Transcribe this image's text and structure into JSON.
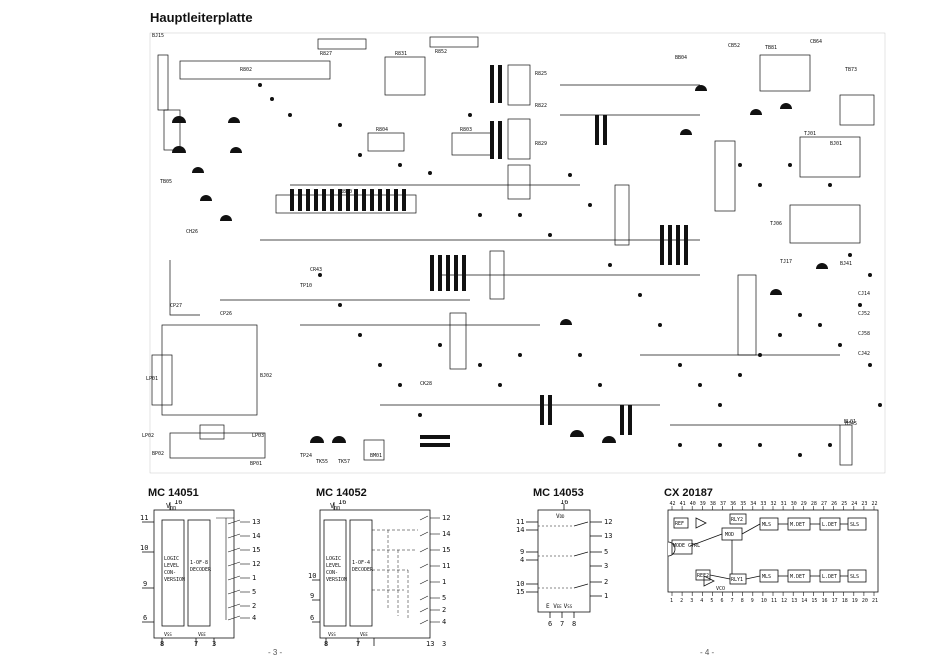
{
  "page": {
    "title": "Hauptleiterplatte",
    "page_left": "- 3 -",
    "page_right": "- 4 -"
  },
  "pcb": {
    "labels": {
      "r827": "R827",
      "r852": "R852",
      "r831": "R831",
      "r802": "R802",
      "r825": "R825",
      "r822": "R822",
      "r829": "R829",
      "r804": "R804",
      "r803": "R803",
      "r810": "R810",
      "bj15": "BJ15",
      "bj01": "BJ01",
      "bj02": "BJ02",
      "bp01": "BP01",
      "bp02": "BP02",
      "lp01": "LP01",
      "lp02": "LP02",
      "lp03": "LP03",
      "bl01": "BL01",
      "bm01": "BM01",
      "tp10": "TP10",
      "tp24": "TP24",
      "tk55": "TK55",
      "tk57": "TK57",
      "cb52": "CB52",
      "cb64": "CB64",
      "tb81": "TB81",
      "tb73": "TB73",
      "bb04": "BB04",
      "bj41": "BJ41",
      "bj45": "BJ45",
      "ch26": "CH26",
      "cp26": "CP26",
      "cp27": "CP27",
      "cr43": "CR43",
      "ck28": "CK28",
      "tj01": "TJ01",
      "tj06": "TJ06",
      "tj17": "TJ17",
      "tb05": "TB05",
      "cj14": "CJ14",
      "cj52": "CJ52",
      "cj58": "CJ58",
      "cj42": "CJ42"
    }
  },
  "ics": {
    "mc14051": {
      "title": "MC 14051",
      "vdd": "V",
      "vdd_sub": "DD",
      "pin16": "16",
      "left_pins": [
        "11",
        "10",
        "9",
        "6"
      ],
      "right_pins": [
        "13",
        "14",
        "15",
        "12",
        "1",
        "5",
        "2",
        "4"
      ],
      "bottom_pins": [
        "8",
        "7",
        "3"
      ],
      "vss": "V",
      "vss_sub": "SS",
      "vee": "V",
      "vee_sub": "EE",
      "logic": [
        "LOGIC",
        "LEVEL",
        "CON-",
        "VERSION"
      ],
      "decoder": [
        "1-OF-8",
        "DECODER"
      ]
    },
    "mc14052": {
      "title": "MC 14052",
      "vdd": "V",
      "vdd_sub": "DD",
      "pin16": "16",
      "left_pins": [
        "10",
        "9",
        "6"
      ],
      "right_pins": [
        "12",
        "14",
        "15",
        "11",
        "1",
        "5",
        "2",
        "4"
      ],
      "bottom_pins": [
        "8",
        "7",
        "13",
        "3"
      ],
      "vss": "V",
      "vss_sub": "SS",
      "vee": "V",
      "vee_sub": "EE",
      "logic": [
        "LOGIC",
        "LEVEL",
        "CON-",
        "VERSION"
      ],
      "decoder": [
        "1-OF-4",
        "DECODER"
      ]
    },
    "mc14053": {
      "title": "MC 14053",
      "pin16": "16",
      "vdd": "V",
      "vdd_sub": "DD",
      "left_pins": [
        "11",
        "14",
        "9",
        "4",
        "10",
        "15"
      ],
      "right_pins": [
        "12",
        "13",
        "5",
        "3",
        "2",
        "1"
      ],
      "bottom_label": "E  V",
      "bottom_sub": "EE",
      "bottom_vss": "V",
      "bottom_vss_sub": "SS",
      "bottom_pins": [
        "6",
        "7",
        "8"
      ]
    },
    "cx20187": {
      "title": "CX 20187",
      "top_pins": [
        "42",
        "41",
        "40",
        "39",
        "38",
        "37",
        "36",
        "35",
        "34",
        "33",
        "32",
        "31",
        "30",
        "29",
        "28",
        "27",
        "26",
        "25",
        "24",
        "23",
        "22"
      ],
      "bottom_pins": [
        "1",
        "2",
        "3",
        "4",
        "5",
        "6",
        "7",
        "8",
        "9",
        "10",
        "11",
        "12",
        "13",
        "14",
        "15",
        "16",
        "17",
        "18",
        "19",
        "20",
        "21"
      ],
      "blocks": [
        "REF",
        "MODE CTRL",
        "MOD",
        "RLY2",
        "MLS",
        "M.DET",
        "L.DET",
        "SLS",
        "REF2",
        "MLS",
        "M.DET",
        "L.DET",
        "SLS",
        "VCO",
        "RLY1"
      ]
    }
  }
}
